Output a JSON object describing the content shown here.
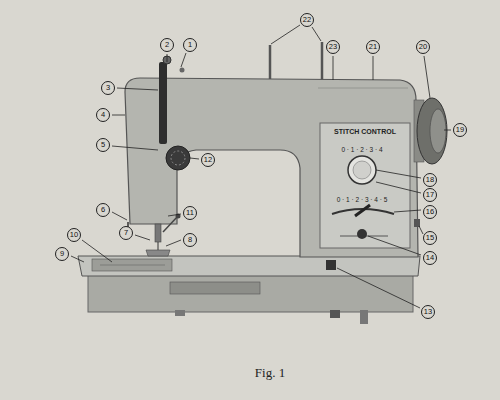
{
  "diagram": {
    "caption": "Fig. 1",
    "labels": [
      "1",
      "2",
      "3",
      "4",
      "5",
      "6",
      "7",
      "8",
      "9",
      "10",
      "11",
      "12",
      "13",
      "14",
      "15",
      "16",
      "17",
      "18",
      "19",
      "20",
      "21",
      "22",
      "23",
      "STITCH CONTROL",
      "0 · 1 · 2 · 3 · 4",
      "0 · 1 · 2 · 3 · 4 · 5"
    ]
  }
}
